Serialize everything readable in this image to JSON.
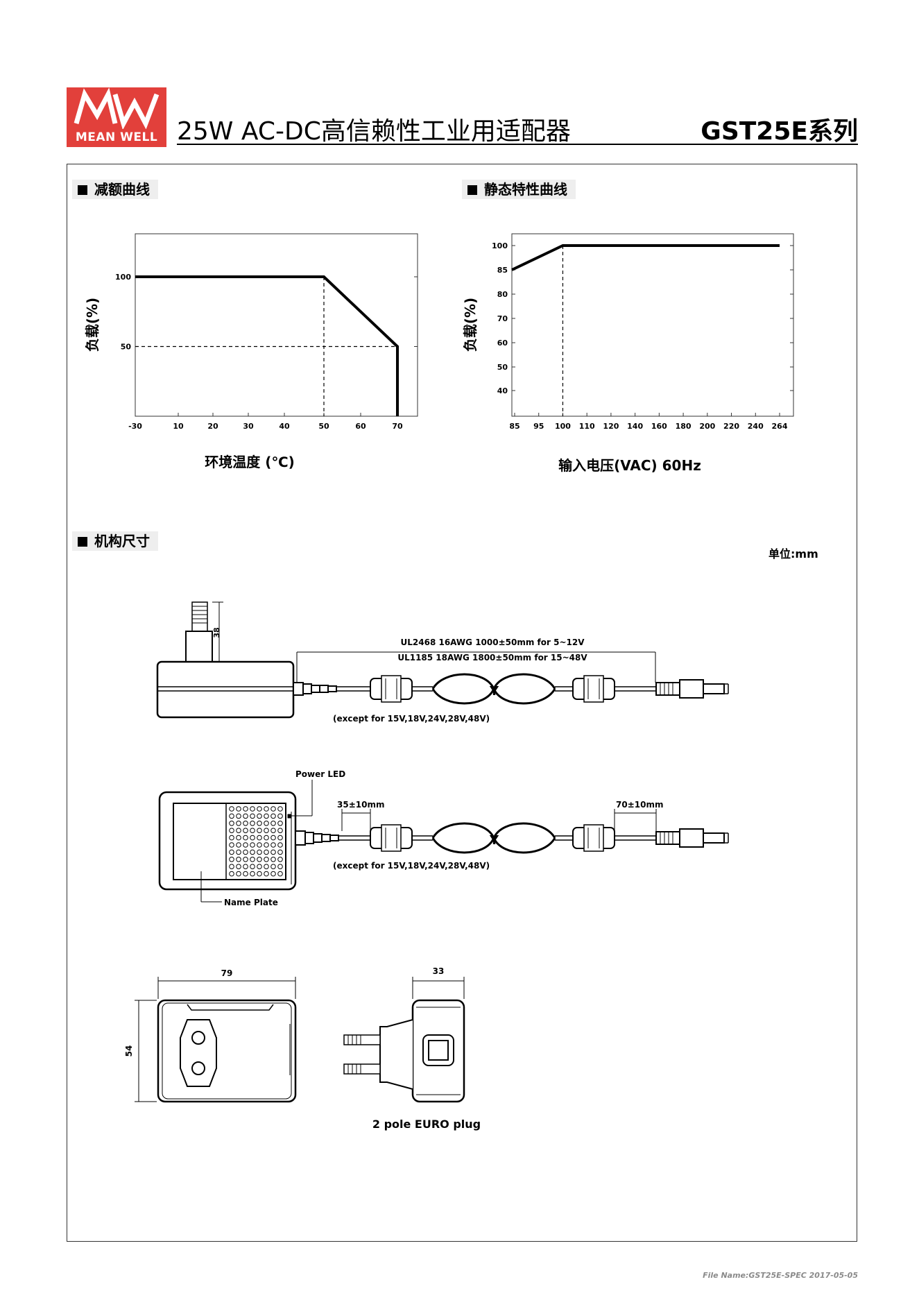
{
  "header": {
    "logo_text": "MEAN WELL",
    "title": "25W AC-DC高信赖性工业用适配器",
    "series": "GST25E系列"
  },
  "derating": {
    "section_title": "减额曲线",
    "ylabel": "负载(%)",
    "xlabel": "环境温度 (℃)",
    "x_ticks": [
      "-30",
      "10",
      "20",
      "30",
      "40",
      "50",
      "60",
      "70"
    ],
    "y_ticks": [
      "100",
      "50"
    ]
  },
  "static": {
    "section_title": "静态特性曲线",
    "ylabel": "负载(%)",
    "xlabel": "输入电压(VAC) 60Hz",
    "x_ticks": [
      "85",
      "95",
      "100",
      "110",
      "120",
      "140",
      "160",
      "180",
      "200",
      "220",
      "240",
      "264"
    ],
    "y_ticks": [
      "100",
      "85",
      "80",
      "70",
      "60",
      "50",
      "40"
    ]
  },
  "chart_data": [
    {
      "type": "line",
      "title": "",
      "xlabel": "环境温度 (℃)",
      "ylabel": "负载(%)",
      "x": [
        -30,
        50,
        70,
        70
      ],
      "y": [
        100,
        100,
        50,
        0
      ],
      "x_ticks": [
        -30,
        10,
        20,
        30,
        40,
        50,
        60,
        70
      ],
      "y_ticks": [
        100,
        50
      ],
      "guides": "dashed at x=50 and y=50",
      "grid": false
    },
    {
      "type": "line",
      "title": "",
      "xlabel": "输入电压(VAC) 60Hz",
      "ylabel": "负载(%)",
      "x": [
        85,
        100,
        264
      ],
      "y": [
        85,
        100,
        100
      ],
      "x_ticks": [
        85,
        95,
        100,
        110,
        120,
        140,
        160,
        180,
        200,
        220,
        240,
        264
      ],
      "y_ticks": [
        40,
        50,
        60,
        70,
        80,
        85,
        100
      ],
      "guides": "dashed at x=100",
      "grid": false
    }
  ],
  "mechanical": {
    "section_title": "机构尺寸",
    "unit": "单位:mm",
    "top_view": {
      "dim_38": "38",
      "cable_line1": "UL2468 16AWG 1000±50mm for 5~12V",
      "cable_line2": "UL1185 18AWG 1800±50mm for 15~48V",
      "except_note": "(except for 15V,18V,24V,28V,48V)"
    },
    "side_view": {
      "power_led": "Power LED",
      "dim_35": "35±10mm",
      "dim_70": "70±10mm",
      "except_note": "(except for 15V,18V,24V,28V,48V)",
      "name_plate": "Name Plate"
    },
    "front_view": {
      "dim_79": "79",
      "dim_54": "54",
      "dim_33": "33",
      "plug_label": "2 pole EURO plug"
    }
  },
  "footer": "File Name:GST25E-SPEC   2017-05-05"
}
